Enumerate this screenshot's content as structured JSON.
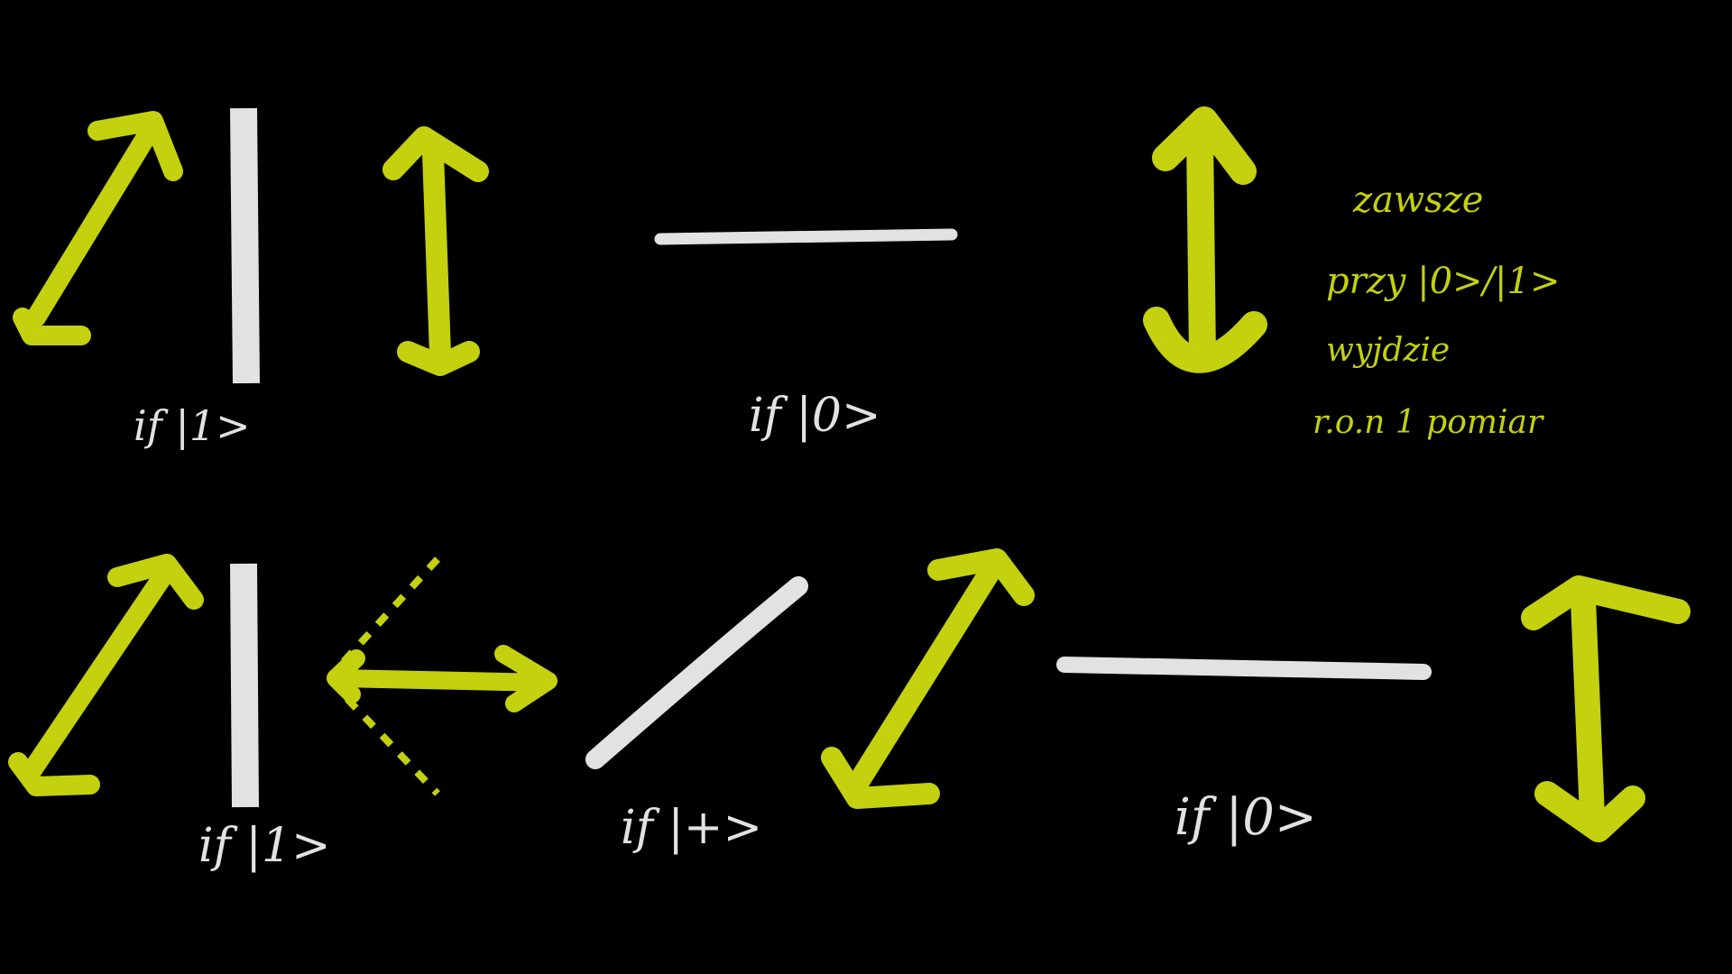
{
  "colors": {
    "background": "#000000",
    "yellow": "#c3d10e",
    "white": "#e2e2e2"
  },
  "labels": {
    "top_left": "if |1>",
    "top_center": "if |0>",
    "bottom_left": "if |1>",
    "bottom_center": "if |+>",
    "bottom_right": "if |0>"
  },
  "note": {
    "line1": "zawsze",
    "line2": "przy |0>/|1>",
    "line3": "wyjdzie",
    "line4": "r.o.n 1 pomiar"
  }
}
